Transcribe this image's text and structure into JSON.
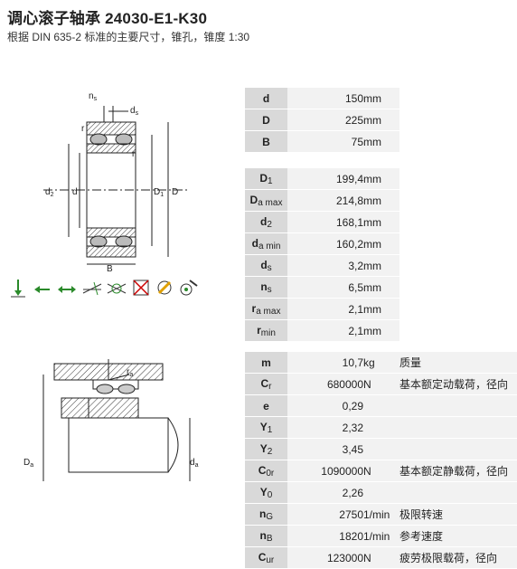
{
  "header": {
    "title": "调心滚子轴承 24030-E1-K30",
    "subtitle": "根据 DIN 635-2 标准的主要尺寸，锥孔，锥度 1:30"
  },
  "drawing_labels": {
    "ns": "n",
    "ns_sub": "s",
    "ds": "d",
    "ds_sub": "s",
    "r_top": "r",
    "r_right": "r",
    "d2": "d",
    "d2_sub": "2",
    "d": "d",
    "D1": "D",
    "D1_sub": "1",
    "D": "D",
    "B": "B",
    "ra": "r",
    "ra_sub": "a",
    "Da": "D",
    "Da_sub": "a",
    "da": "d",
    "da_sub": "a"
  },
  "icons": [
    "radial-load-icon",
    "axial-load-left-icon",
    "axial-load-both-icon",
    "misalignment-icon",
    "angular-adjust-icon",
    "not-separable-icon",
    "lubrication-icon",
    "tapered-bore-icon"
  ],
  "table1": [
    {
      "name": "d",
      "sub": "",
      "value": "150",
      "unit": "mm",
      "desc": ""
    },
    {
      "name": "D",
      "sub": "",
      "value": "225",
      "unit": "mm",
      "desc": ""
    },
    {
      "name": "B",
      "sub": "",
      "value": "75",
      "unit": "mm",
      "desc": ""
    }
  ],
  "table2": [
    {
      "name": "D",
      "sub": "1",
      "value": "199,4",
      "unit": "mm",
      "desc": ""
    },
    {
      "name": "D",
      "sub": "a max",
      "value": "214,8",
      "unit": "mm",
      "desc": ""
    },
    {
      "name": "d",
      "sub": "2",
      "value": "168,1",
      "unit": "mm",
      "desc": ""
    },
    {
      "name": "d",
      "sub": "a min",
      "value": "160,2",
      "unit": "mm",
      "desc": ""
    },
    {
      "name": "d",
      "sub": "s",
      "value": "3,2",
      "unit": "mm",
      "desc": ""
    },
    {
      "name": "n",
      "sub": "s",
      "value": "6,5",
      "unit": "mm",
      "desc": ""
    },
    {
      "name": "r",
      "sub": "a max",
      "value": "2,1",
      "unit": "mm",
      "desc": ""
    },
    {
      "name": "r",
      "sub": "min",
      "value": "2,1",
      "unit": "mm",
      "desc": ""
    }
  ],
  "table3": [
    {
      "name": "m",
      "sub": "",
      "value": "10,7",
      "unit": "kg",
      "desc": "质量"
    },
    {
      "name": "C",
      "sub": "r",
      "value": "680000",
      "unit": "N",
      "desc": "基本额定动载荷，径向"
    },
    {
      "name": "e",
      "sub": "",
      "value": "0,29",
      "unit": "",
      "desc": ""
    },
    {
      "name": "Y",
      "sub": "1",
      "value": "2,32",
      "unit": "",
      "desc": ""
    },
    {
      "name": "Y",
      "sub": "2",
      "value": "3,45",
      "unit": "",
      "desc": ""
    },
    {
      "name": "C",
      "sub": "0r",
      "value": "1090000",
      "unit": "N",
      "desc": "基本额定静载荷，径向"
    },
    {
      "name": "Y",
      "sub": "0",
      "value": "2,26",
      "unit": "",
      "desc": ""
    },
    {
      "name": "n",
      "sub": "G",
      "value": "2750",
      "unit": "1/min",
      "desc": "极限转速"
    },
    {
      "name": "n",
      "sub": "B",
      "value": "1820",
      "unit": "1/min",
      "desc": "参考速度"
    },
    {
      "name": "C",
      "sub": "ur",
      "value": "123000",
      "unit": "N",
      "desc": "疲劳极限载荷，径向"
    }
  ]
}
